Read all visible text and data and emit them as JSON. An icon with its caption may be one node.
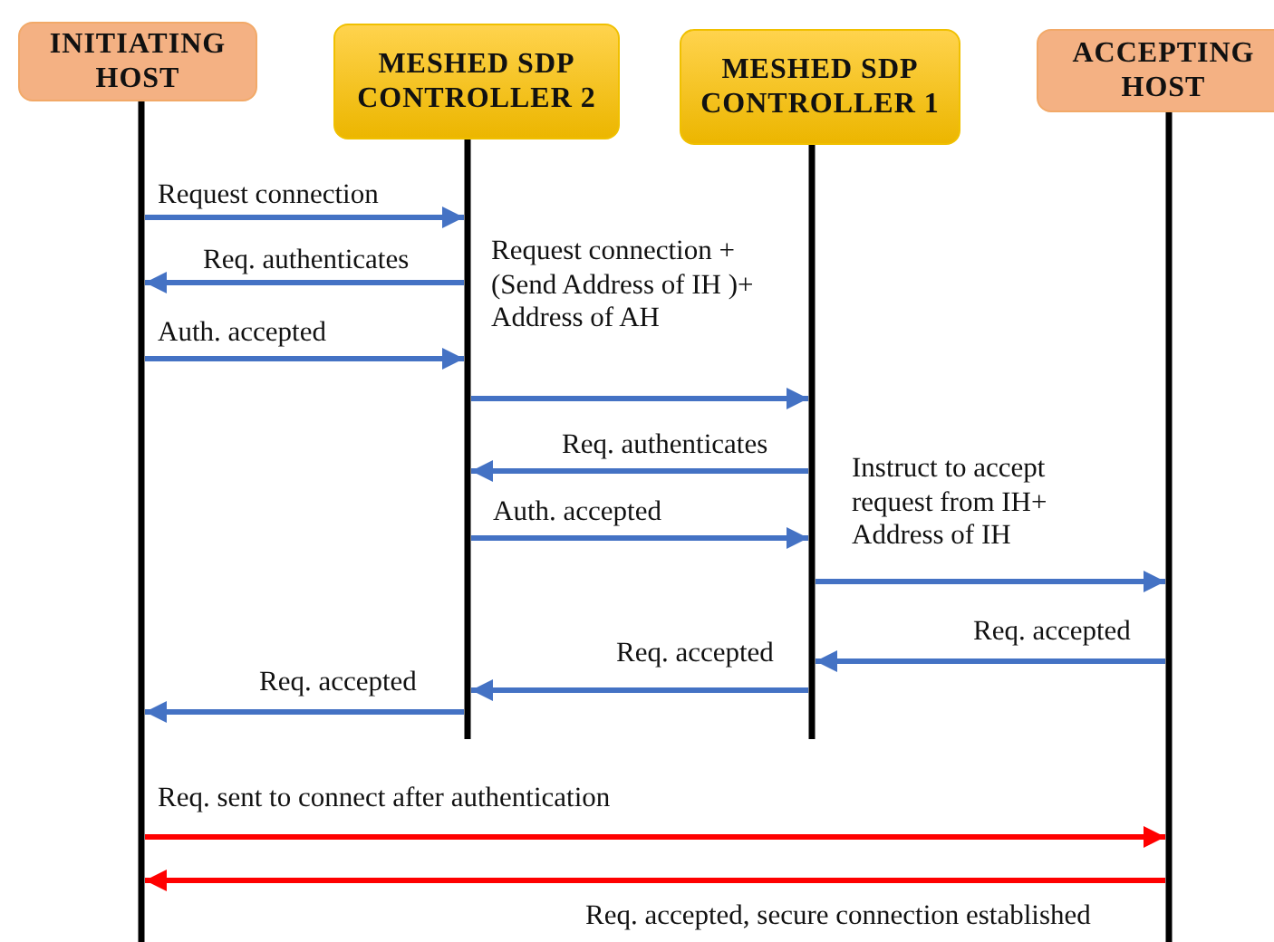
{
  "diagram": {
    "nodes": [
      {
        "text": [
          "INITIATING HOST"
        ]
      },
      {
        "text": [
          "MESHED SDP CONTROLLER 2"
        ]
      },
      {
        "text": [
          "MESHED SDP CONTROLLER 1"
        ]
      },
      {
        "text": [
          "ACCEPTING HOST"
        ]
      }
    ],
    "edges": [
      {
        "from": 0,
        "to": 1,
        "arrow": "to",
        "label": "Request connection"
      },
      {
        "from": 1,
        "to": 0,
        "arrow": "to",
        "label": "Req. authenticates"
      },
      {
        "from": 0,
        "to": 1,
        "arrow": "to",
        "label": "Auth. accepted"
      },
      {
        "from": 1,
        "to": 2,
        "arrow": "to",
        "label": "Request connection + (Send Address of IH )+ Address of AH"
      },
      {
        "from": 2,
        "to": 1,
        "arrow": "to",
        "label": "Req. authenticates"
      },
      {
        "from": 1,
        "to": 2,
        "arrow": "to",
        "label": "Auth. accepted"
      },
      {
        "from": 2,
        "to": 3,
        "arrow": "to",
        "label": "Instruct to accept request from IH+ Address of IH"
      },
      {
        "from": 3,
        "to": 2,
        "arrow": "to",
        "label": "Req. accepted"
      },
      {
        "from": 2,
        "to": 1,
        "arrow": "to",
        "label": "Req. accepted"
      },
      {
        "from": 1,
        "to": 0,
        "arrow": "to",
        "label": "Req. accepted"
      },
      {
        "from": 0,
        "to": 3,
        "arrow": "to",
        "label": "Req. sent to connect after authentication",
        "color": "#ff0000"
      },
      {
        "from": 3,
        "to": 0,
        "arrow": "to",
        "label": "Req. accepted, secure connection established",
        "color": "#ff0000"
      }
    ]
  }
}
